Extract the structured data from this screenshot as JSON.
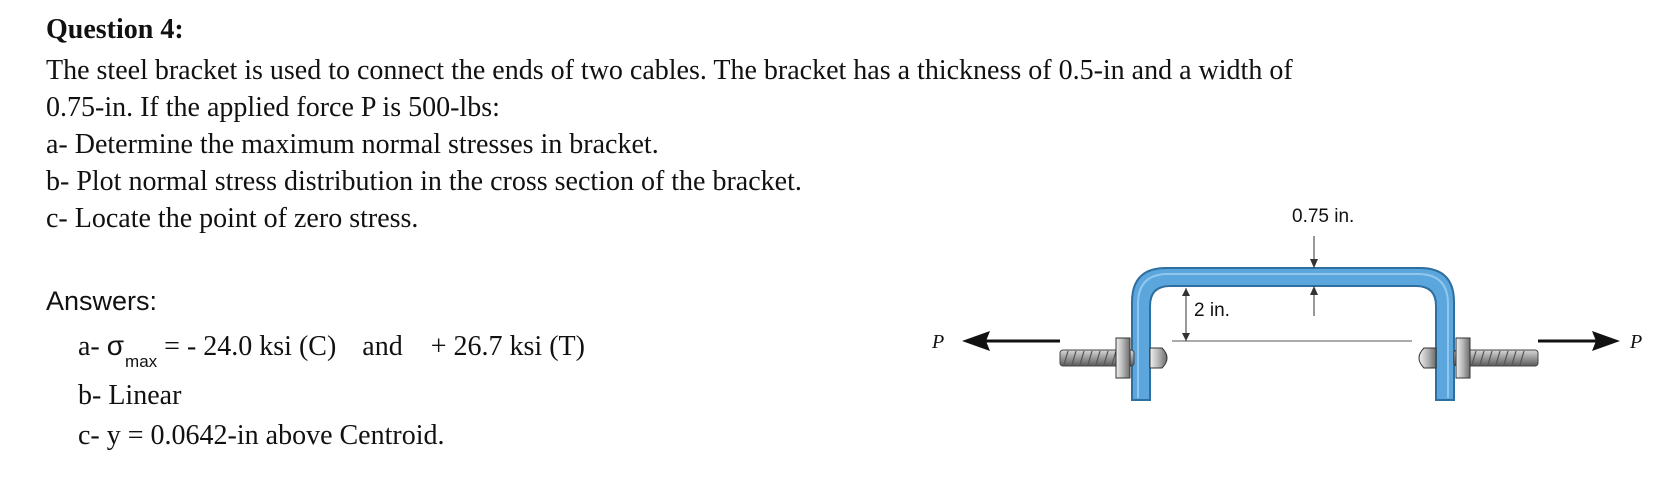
{
  "question": {
    "title": "Question 4:",
    "lines": [
      "The steel bracket is used to connect the ends of two cables. The bracket has a thickness of 0.5-in and a width of",
      "0.75-in. If the applied force P is 500-lbs:",
      "a- Determine the maximum normal stresses in bracket.",
      "b- Plot normal stress distribution in the cross section of the bracket.",
      "c- Locate the point of zero stress."
    ]
  },
  "answers": {
    "heading": "Answers:",
    "a_prefix": "a-",
    "a_symbol": "σ",
    "a_subscript": "max",
    "a_value1": "= - 24.0 ksi (C)",
    "a_connector": "and",
    "a_value2": "+ 26.7 ksi (T)",
    "b_text": "b- Linear",
    "c_text": "c- y = 0.0642-in above Centroid."
  },
  "figure": {
    "width_label": "0.75 in.",
    "height_label": "2 in.",
    "force_left_label": "P",
    "force_right_label": "P",
    "bracket_color": "#5aa6dd",
    "bracket_edge_color": "#2f6f9f",
    "cable_color": "#9a9a9a"
  }
}
